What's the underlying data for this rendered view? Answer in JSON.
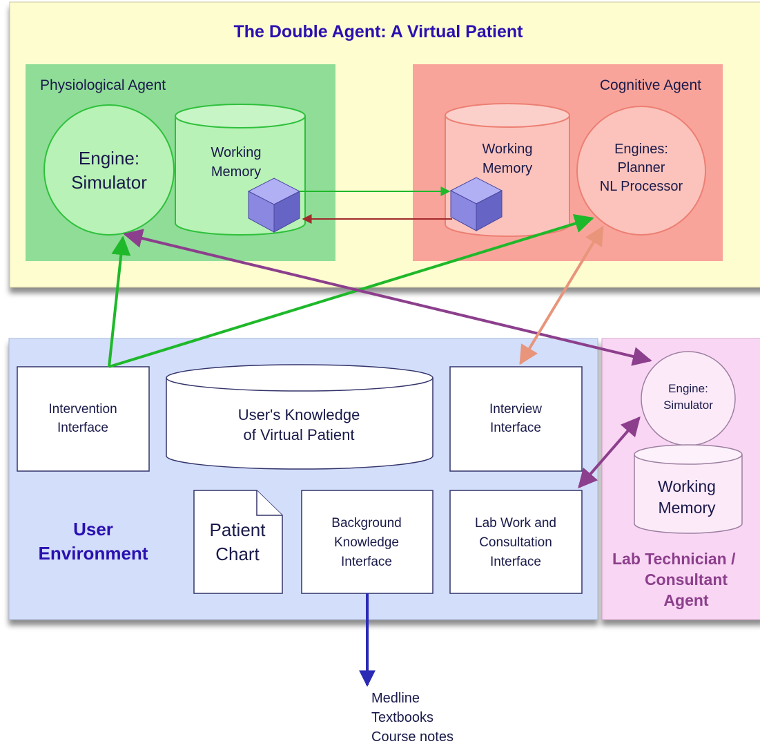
{
  "title": "The Double Agent: A Virtual Patient",
  "physiological_agent": {
    "label": "Physiological Agent",
    "engine_line1": "Engine:",
    "engine_line2": "Simulator",
    "memory_line1": "Working",
    "memory_line2": "Memory"
  },
  "cognitive_agent": {
    "label": "Cognitive Agent",
    "memory_line1": "Working",
    "memory_line2": "Memory",
    "engine_line1": "Engines:",
    "engine_line2": "Planner",
    "engine_line3": "NL Processor"
  },
  "user_environment": {
    "label_line1": "User",
    "label_line2": "Environment",
    "intervention_line1": "Intervention",
    "intervention_line2": "Interface",
    "knowledge_line1": "User's Knowledge",
    "knowledge_line2": "of Virtual Patient",
    "interview_line1": "Interview",
    "interview_line2": "Interface",
    "chart_line1": "Patient",
    "chart_line2": "Chart",
    "background_line1": "Background",
    "background_line2": "Knowledge",
    "background_line3": "Interface",
    "lab_line1": "Lab Work and",
    "lab_line2": "Consultation",
    "lab_line3": "Interface"
  },
  "lab_agent": {
    "engine_line1": "Engine:",
    "engine_line2": "Simulator",
    "memory_line1": "Working",
    "memory_line2": "Memory",
    "label_line1": "Lab Technician /",
    "label_line2": "Consultant",
    "label_line3": "Agent"
  },
  "resources": [
    "Medline",
    "Textbooks",
    "Course notes"
  ],
  "colors": {
    "outer_panel": "#fefdd0",
    "physiological": "#8fdd97",
    "cognitive": "#f9a49a",
    "user_env": "#d2defa",
    "lab_agent": "#f9d6f3",
    "green_arrow": "#1fb82a",
    "purple_arrow": "#8c3f8c",
    "salmon_arrow": "#e8957c",
    "red_arrow": "#a12a2a",
    "blue_arrow": "#2a2ab4",
    "title_text": "#2a10b0",
    "cube": "#8a88e0"
  }
}
